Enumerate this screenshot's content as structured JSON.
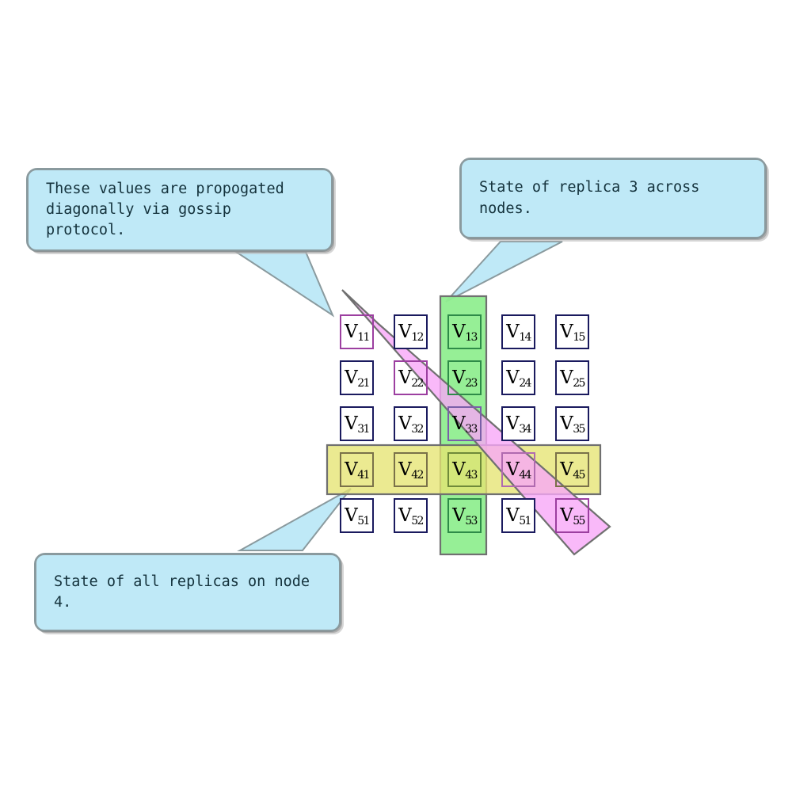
{
  "diagram": {
    "title": "Replica state grid with gossip propagation",
    "colors": {
      "cell_border": "#1a1a5e",
      "callout_fill": "#bfe9f7",
      "callout_border": "#8a9a9e",
      "callout_text": "#14323c",
      "green_band": "#90ee90",
      "yellow_band": "#e6e472",
      "pink_band": "#f7a8f7",
      "band_border": "#707070",
      "violet_highlight": "#9c3fa0",
      "green_highlight": "#2e8b48",
      "olive_highlight": "#7a7149"
    },
    "grid": {
      "rows": 5,
      "cols": 5,
      "labels": [
        [
          "V11",
          "V12",
          "V13",
          "V14",
          "V15"
        ],
        [
          "V21",
          "V22",
          "V23",
          "V24",
          "V25"
        ],
        [
          "V31",
          "V32",
          "V33",
          "V34",
          "V35"
        ],
        [
          "V41",
          "V42",
          "V43",
          "V44",
          "V45"
        ],
        [
          "V51",
          "V52",
          "V53",
          "V51",
          "V55"
        ]
      ],
      "cells": [
        {
          "base": "V",
          "sub": "11",
          "row": 0,
          "col": 0,
          "bands": [
            "pink"
          ]
        },
        {
          "base": "V",
          "sub": "12",
          "row": 0,
          "col": 1,
          "bands": []
        },
        {
          "base": "V",
          "sub": "13",
          "row": 0,
          "col": 2,
          "bands": [
            "green"
          ]
        },
        {
          "base": "V",
          "sub": "14",
          "row": 0,
          "col": 3,
          "bands": []
        },
        {
          "base": "V",
          "sub": "15",
          "row": 0,
          "col": 4,
          "bands": []
        },
        {
          "base": "V",
          "sub": "21",
          "row": 1,
          "col": 0,
          "bands": []
        },
        {
          "base": "V",
          "sub": "22",
          "row": 1,
          "col": 1,
          "bands": [
            "pink"
          ]
        },
        {
          "base": "V",
          "sub": "23",
          "row": 1,
          "col": 2,
          "bands": [
            "green"
          ]
        },
        {
          "base": "V",
          "sub": "24",
          "row": 1,
          "col": 3,
          "bands": []
        },
        {
          "base": "V",
          "sub": "25",
          "row": 1,
          "col": 4,
          "bands": []
        },
        {
          "base": "V",
          "sub": "31",
          "row": 2,
          "col": 0,
          "bands": []
        },
        {
          "base": "V",
          "sub": "32",
          "row": 2,
          "col": 1,
          "bands": []
        },
        {
          "base": "V",
          "sub": "33",
          "row": 2,
          "col": 2,
          "bands": [
            "green",
            "pink"
          ]
        },
        {
          "base": "V",
          "sub": "34",
          "row": 2,
          "col": 3,
          "bands": []
        },
        {
          "base": "V",
          "sub": "35",
          "row": 2,
          "col": 4,
          "bands": []
        },
        {
          "base": "V",
          "sub": "41",
          "row": 3,
          "col": 0,
          "bands": [
            "yellow"
          ]
        },
        {
          "base": "V",
          "sub": "42",
          "row": 3,
          "col": 1,
          "bands": [
            "yellow"
          ]
        },
        {
          "base": "V",
          "sub": "43",
          "row": 3,
          "col": 2,
          "bands": [
            "yellow",
            "green"
          ]
        },
        {
          "base": "V",
          "sub": "44",
          "row": 3,
          "col": 3,
          "bands": [
            "yellow",
            "pink"
          ]
        },
        {
          "base": "V",
          "sub": "45",
          "row": 3,
          "col": 4,
          "bands": [
            "yellow"
          ]
        },
        {
          "base": "V",
          "sub": "51",
          "row": 4,
          "col": 0,
          "bands": []
        },
        {
          "base": "V",
          "sub": "52",
          "row": 4,
          "col": 1,
          "bands": []
        },
        {
          "base": "V",
          "sub": "53",
          "row": 4,
          "col": 2,
          "bands": [
            "green"
          ]
        },
        {
          "base": "V",
          "sub": "51",
          "row": 4,
          "col": 3,
          "bands": []
        },
        {
          "base": "V",
          "sub": "55",
          "row": 4,
          "col": 4,
          "bands": [
            "pink"
          ]
        }
      ]
    },
    "bands": {
      "green_column": {
        "name": "replica-3-column",
        "column": 3
      },
      "yellow_row": {
        "name": "node-4-row",
        "row": 4
      },
      "pink_diagonal": {
        "name": "gossip-diagonal"
      }
    },
    "callouts": [
      {
        "id": "gossip",
        "text": "These values are propogated\ndiagonally via gossip protocol.",
        "points_to": "pink-diagonal"
      },
      {
        "id": "replica3",
        "text": "State of replica 3 across nodes.",
        "points_to": "green-column"
      },
      {
        "id": "node4",
        "text": "State of all replicas on node 4.",
        "points_to": "yellow-row"
      }
    ]
  }
}
